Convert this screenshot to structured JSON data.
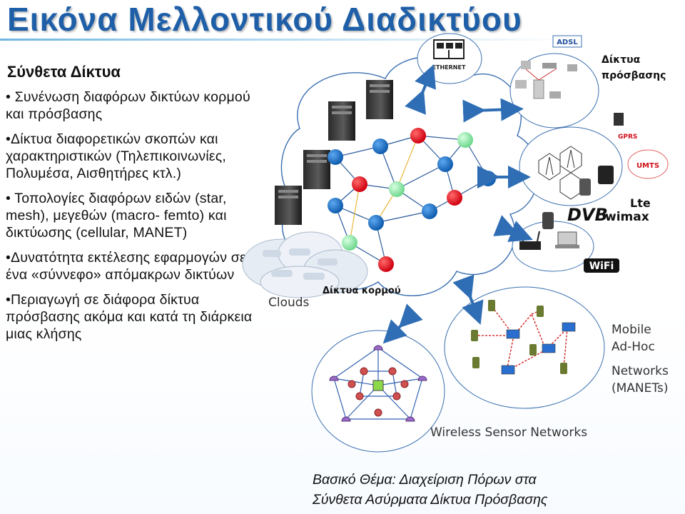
{
  "slide": {
    "title": "Εικόνα Μελλοντικού Διαδικτύου",
    "subtitle": "Σύνθετα Δίκτυα",
    "bullets": [
      "• Συνένωση διαφόρων δικτύων κορμού και πρόσβασης",
      "•Δίκτυα διαφορετικών σκοπών και χαρακτηριστικών (Τηλεπικοινωνίες, Πολυμέσα, Αισθητήρες κτλ.)",
      "• Τοπολογίες διαφόρων ειδών (star, mesh), μεγεθών (macro- femto) και δικτύωσης (cellular, MANET)",
      "•Δυνατότητα εκτέλεσης εφαρμογών σε ένα «σύννεφο» απόμακρων δικτύων",
      "•Περιαγωγή σε διάφορα δίκτυα πρόσβασης ακόμα και κατά τη διάρκεια μιας κλήσης"
    ],
    "theme_line1": "Βασικό Θέμα: Διαχείριση Πόρων στα",
    "theme_line2": "Σύνθετα Ασύρματα Δίκτυα Πρόσβασης"
  },
  "diagram": {
    "core_label": "Δίκτυα κορμού",
    "clouds_label": "Clouds",
    "access_label_line1": "Δίκτυα",
    "access_label_line2": "πρόσβασης",
    "manet_line1": "Mobile",
    "manet_line2": "Ad-Hoc",
    "manet_line3": "Networks",
    "manet_line4": "(MANETs)",
    "wsn_label": "Wireless Sensor Networks",
    "ethernet_label": "ETHERNET",
    "adsl_label": "ADSL",
    "gprs_label": "GPRS",
    "umts_label": "UMTS",
    "lte_label": "Lte",
    "dvb_label": "DVB",
    "wimax_label": "wimax",
    "wifi_label": "WiFi",
    "colors": {
      "title": "#1f5fa8",
      "blue_node": "#1f6fc0",
      "red_node": "#e0141e",
      "green_node": "#8ee6a6",
      "link": "#2a5a9a",
      "arrow": "#2f6db4"
    }
  }
}
